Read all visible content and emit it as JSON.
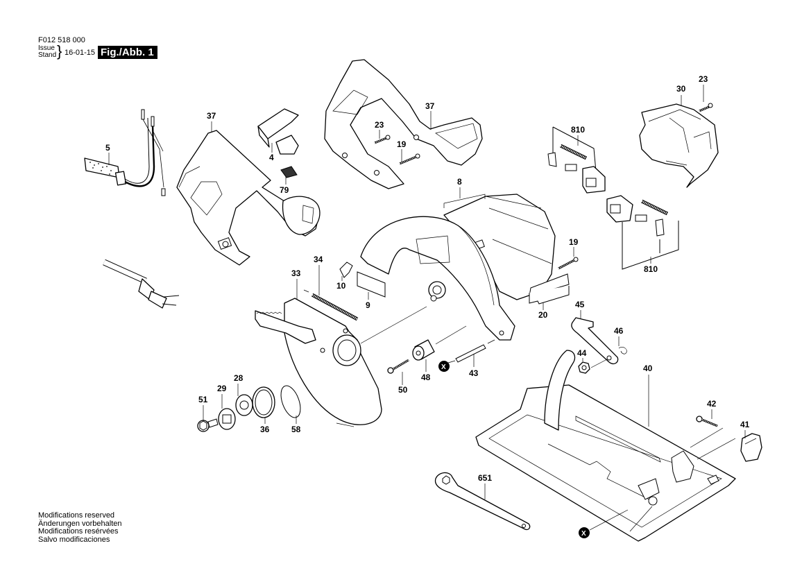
{
  "header": {
    "part_code": "F012 518 000",
    "issue_label": "Issue",
    "stand_label": "Stand",
    "brace": "}",
    "date": "16-01-15",
    "figure": "Fig./Abb. 1"
  },
  "footer": {
    "lines": [
      "Modifications reserved",
      "Änderungen vorbehalten",
      "Modifications resérvées",
      "Salvo modificaciones"
    ]
  },
  "callouts": {
    "c5": "5",
    "c37a": "37",
    "c4": "4",
    "c79": "79",
    "c37b": "37",
    "c23a": "23",
    "c19a": "19",
    "c30": "30",
    "c23b": "23",
    "c810a": "810",
    "c810b": "810",
    "c8": "8",
    "c19b": "19",
    "c20": "20",
    "c34": "34",
    "c33": "33",
    "c10": "10",
    "c9": "9",
    "c45": "45",
    "c46": "46",
    "c44": "44",
    "c48": "48",
    "c43": "43",
    "c50": "50",
    "c40": "40",
    "c42": "42",
    "c41": "41",
    "c51": "51",
    "c29": "29",
    "c28": "28",
    "c36": "36",
    "c58": "58",
    "c651": "651",
    "x_marker": "X"
  }
}
